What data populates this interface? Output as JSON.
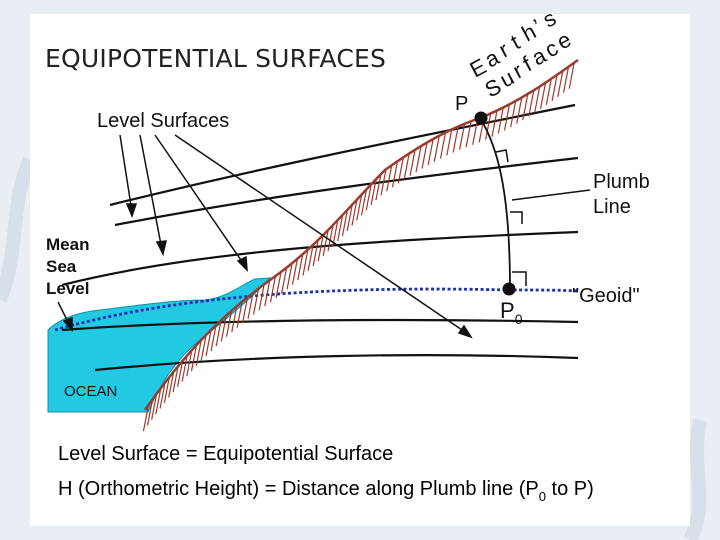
{
  "title": "EQUIPOTENTIAL SURFACES",
  "labels": {
    "level_surfaces": "Level Surfaces",
    "mean": "Mean",
    "sea": "Sea",
    "level": "Level",
    "ocean": "OCEAN",
    "point_p": "P",
    "point_p0_main": "P",
    "point_p0_sub": "0",
    "plumb": "Plumb",
    "line": "Line",
    "geoid": "\"Geoid\"",
    "earths_letters": [
      "E",
      "a",
      "r",
      "t",
      "h",
      "’",
      "s"
    ],
    "surface_letters": [
      "S",
      "u",
      "r",
      "f",
      "a",
      "c",
      "e"
    ]
  },
  "caption": {
    "line1": "Level Surface = Equipotential Surface",
    "line2_pre": "H (Orthometric Height) = Distance along Plumb line (P",
    "line2_sub": "0",
    "line2_post": " to P)"
  },
  "colors": {
    "ocean": "#22c9e3",
    "geoid": "#1f2fb0",
    "terrain": "#9b3a2e",
    "point": "#101010"
  }
}
